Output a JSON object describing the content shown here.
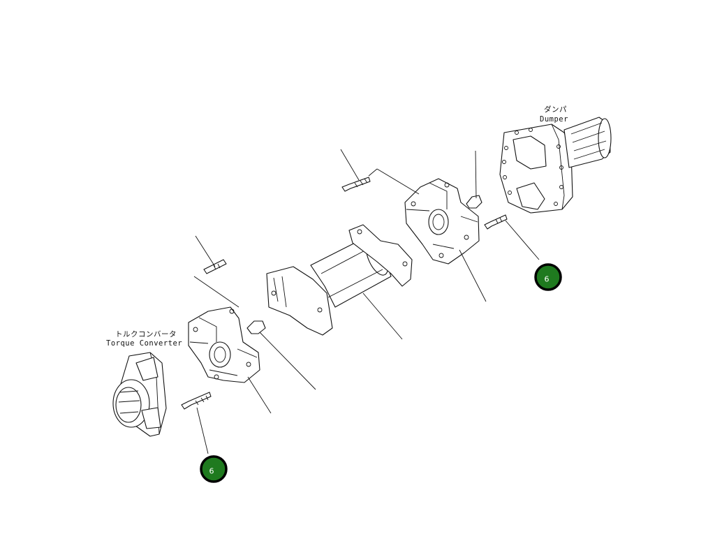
{
  "labels": {
    "damper_jp": "ダンパ",
    "damper_en": "Dumper",
    "torque_jp": "トルクコンバータ",
    "torque_en": "Torque Converter"
  },
  "callouts": [
    {
      "id": "callout-6-damper-side",
      "text": "6"
    },
    {
      "id": "callout-6-converter-side",
      "text": "6"
    }
  ],
  "colors": {
    "callout_fill": "#1f7a1f",
    "callout_text": "#ffffff",
    "line": "#111111"
  }
}
